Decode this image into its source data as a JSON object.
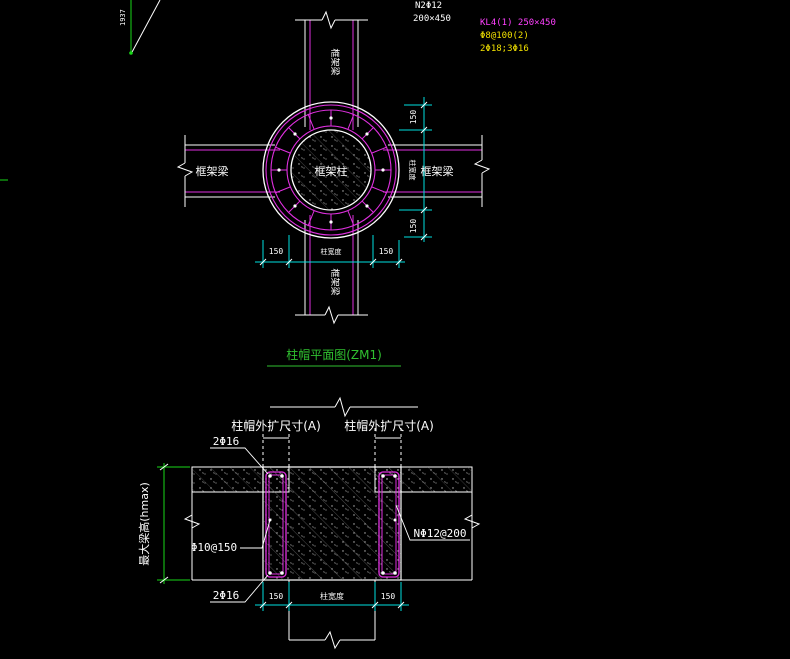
{
  "colors": {
    "background": "#000000",
    "beam_line": "#ffffff",
    "rebar": "#e030e0",
    "dimension": "#00e0e0",
    "extension": "#18d818",
    "label_white": "#ffffff",
    "label_yellow": "#f0e000",
    "label_magenta": "#ff40ff",
    "title_green": "#30c030",
    "hatch": "#9a9a9a"
  },
  "top_annotation": {
    "stirrup_count": "N2Φ12",
    "section": "200×450",
    "small_vertical": "1937"
  },
  "beam_note": {
    "line1": "KL4(1) 250×450",
    "line2": "Φ8@100(2)",
    "line3": "2Φ18;3Φ16"
  },
  "plan": {
    "beam_left": "框架梁",
    "beam_right": "框架梁",
    "beam_top": "框架梁",
    "beam_bottom": "框架梁",
    "column": "框架柱",
    "col_width_label": "柱宽度",
    "col_width_label_right": "柱宽度",
    "dim_left": "150",
    "dim_right": "150",
    "dim_top": "150",
    "dim_bottom": "150",
    "title": "柱帽平面图(ZM1)"
  },
  "section": {
    "ext_left": "柱帽外扩尺寸(A)",
    "ext_right": "柱帽外扩尺寸(A)",
    "top_bars": "2Φ16",
    "bottom_bars": "2Φ16",
    "stirrups": "Φ10@150",
    "side_bars": "NΦ12@200",
    "height": "最大梁高(hmax)",
    "dim_left": "150",
    "dim_right": "150",
    "col_width": "柱宽度"
  }
}
